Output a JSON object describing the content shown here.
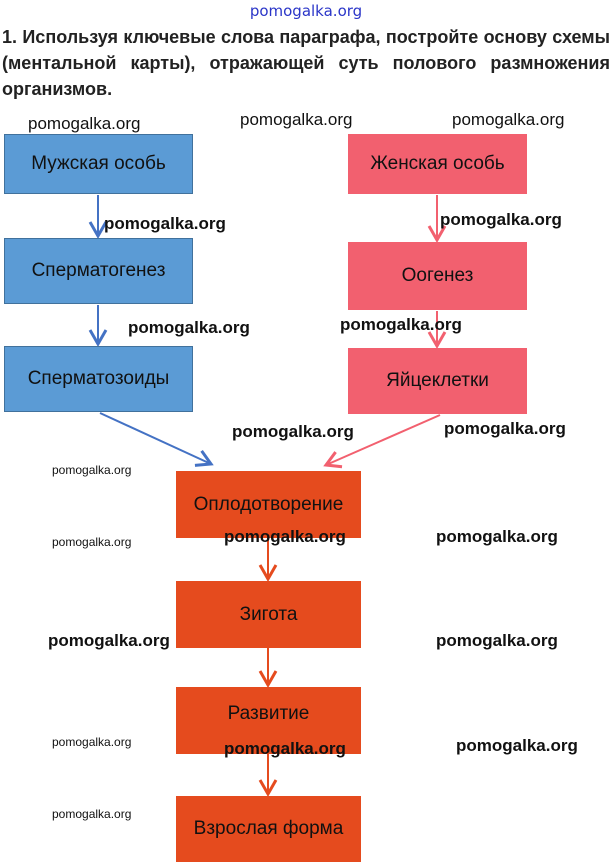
{
  "header_watermark": "pomogalka.org",
  "title": "1. Используя ключевые слова параграфа, постройте основу схемы (ментальной карты), отражающей суть полового размножения организмов.",
  "male_branch": [
    "Мужская особь",
    "Сперматогенез",
    "Сперматозоиды"
  ],
  "female_branch": [
    "Женская особь",
    "Оогенез",
    "Яйцеклетки"
  ],
  "common_branch": [
    "Оплодотворение",
    "Зигота",
    "Развитие",
    "Взрослая форма"
  ],
  "watermark": "pomogalka.org",
  "colors": {
    "male": "#5b9bd5",
    "female": "#f2606f",
    "common": "#e54b1e"
  }
}
